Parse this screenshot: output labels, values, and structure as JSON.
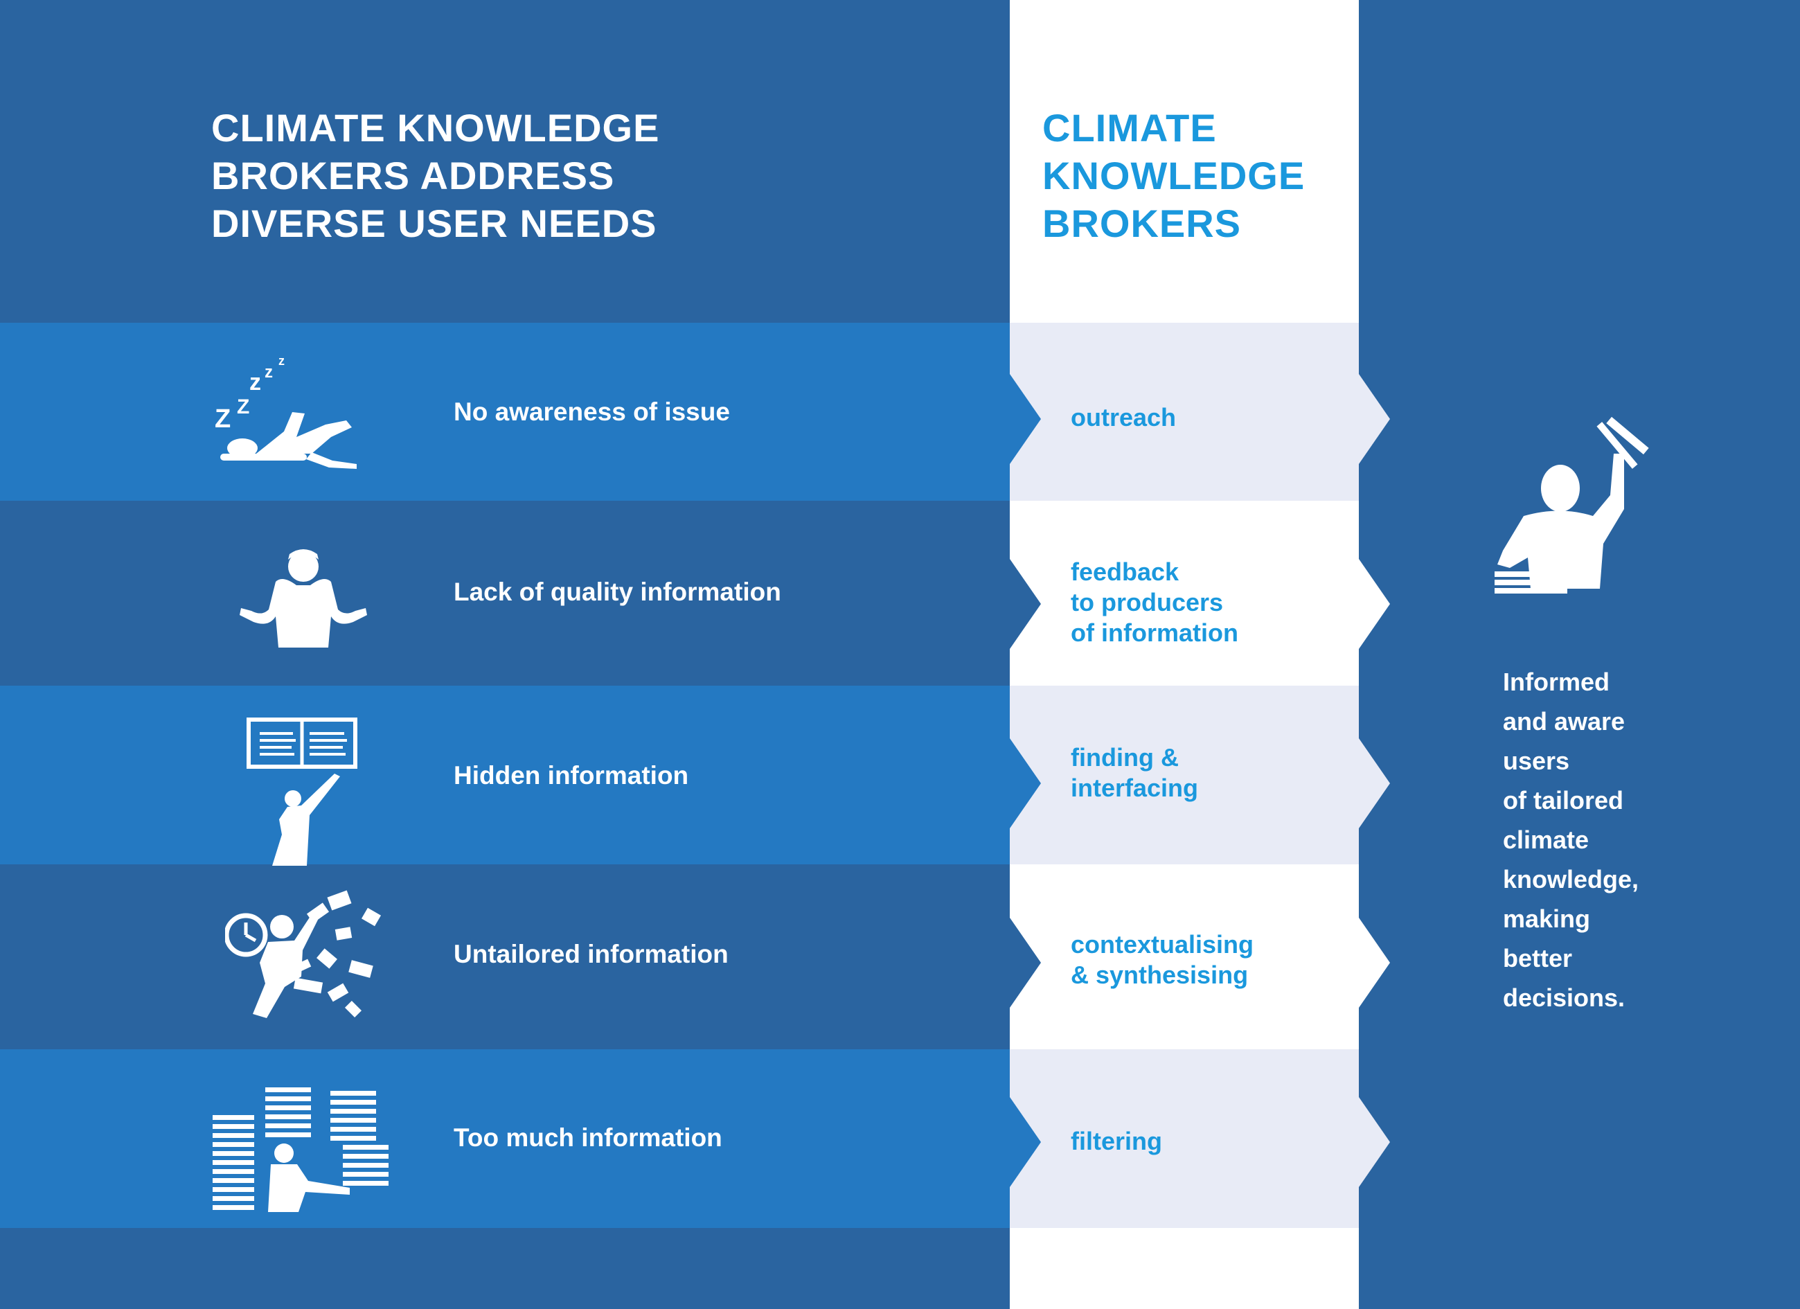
{
  "title_left": [
    "CLIMATE KNOWLEDGE",
    "BROKERS ADDRESS",
    "DIVERSE USER NEEDS"
  ],
  "title_center": [
    "CLIMATE",
    "KNOWLEDGE",
    "BROKERS"
  ],
  "rows": [
    {
      "need": "No awareness of issue",
      "icon": "sleeping-person-icon",
      "broker_lines": [
        "outreach"
      ]
    },
    {
      "need": "Lack of quality information",
      "icon": "shrugging-person-icon",
      "broker_lines": [
        "feedback",
        "to producers",
        "of information"
      ]
    },
    {
      "need": "Hidden information",
      "icon": "person-reaching-book-icon",
      "broker_lines": [
        "finding &",
        "interfacing"
      ]
    },
    {
      "need": "Untailored information",
      "icon": "overwhelmed-person-icon",
      "broker_lines": [
        "contextualising",
        "& synthesising"
      ]
    },
    {
      "need": "Too much information",
      "icon": "paper-stacks-person-icon",
      "broker_lines": [
        "filtering"
      ]
    }
  ],
  "outcome_icon": "informed-user-icon",
  "outcome_lines": [
    "Informed",
    "and aware",
    "users",
    "of tailored",
    "climate",
    "knowledge,",
    "making",
    "better",
    "decisions."
  ],
  "colors": {
    "background_dark": "#2a64a0",
    "band_light": "#2479c2",
    "broker_text": "#1a98dd",
    "broker_cell_tint": "#e8ebf6",
    "white": "#ffffff"
  }
}
